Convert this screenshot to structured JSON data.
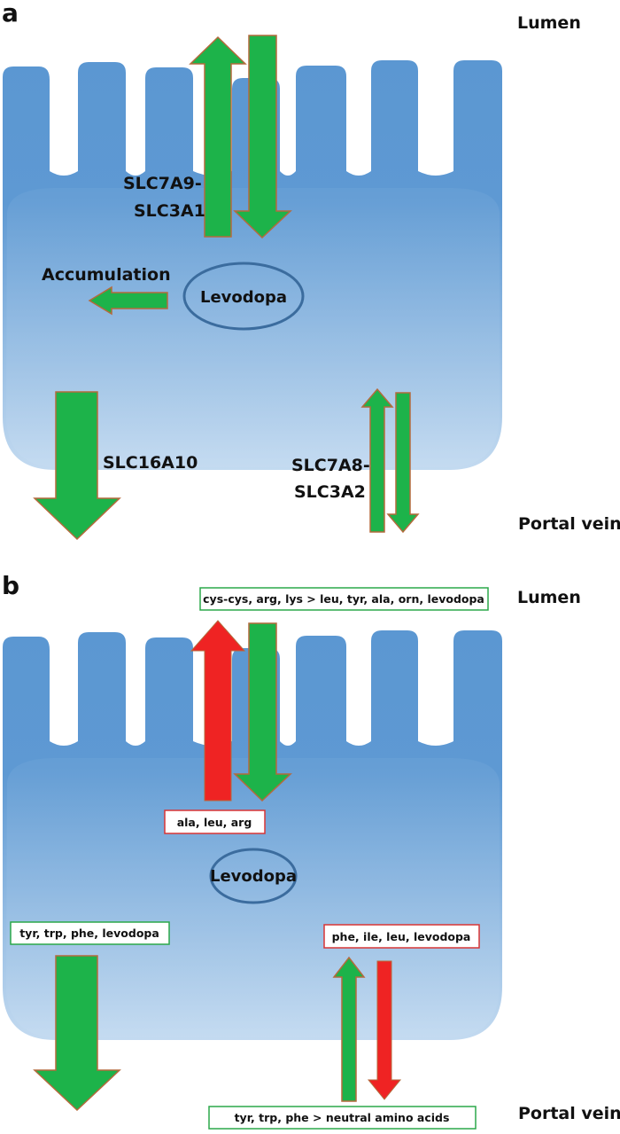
{
  "panel_a": {
    "letter": "a",
    "lumen_label": "Lumen",
    "portal_label": "Portal vein",
    "transporter_top": [
      "SLC7A9-",
      "SLC3A1"
    ],
    "accumulation_label": "Accumulation",
    "center_label": "Levodopa",
    "transporter_bottom_left": "SLC16A10",
    "transporter_bottom_right": [
      "SLC7A8-",
      "SLC3A2"
    ]
  },
  "panel_b": {
    "letter": "b",
    "lumen_label": "Lumen",
    "portal_label": "Portal vein",
    "center_label": "Levodopa",
    "box_top_influx": "cys-cys, arg, lys > leu, tyr, ala, orn, levodopa",
    "box_top_efflux": "ala, leu, arg",
    "box_left_efflux": "tyr, trp, phe, levodopa",
    "box_right_efflux": "phe, ile, leu, levodopa",
    "box_bottom_influx": "tyr, trp, phe > neutral amino acids"
  },
  "colors": {
    "cell_top": "#5b97d2",
    "cell_bottom": "#c3daf0",
    "green_arrow": "#1db34a",
    "red_arrow": "#ef2323",
    "arrow_outline": "#b46a3c",
    "green_box_border": "#2ba84a",
    "red_box_border": "#d93535",
    "ellipse_stroke": "#3b6c9e"
  }
}
